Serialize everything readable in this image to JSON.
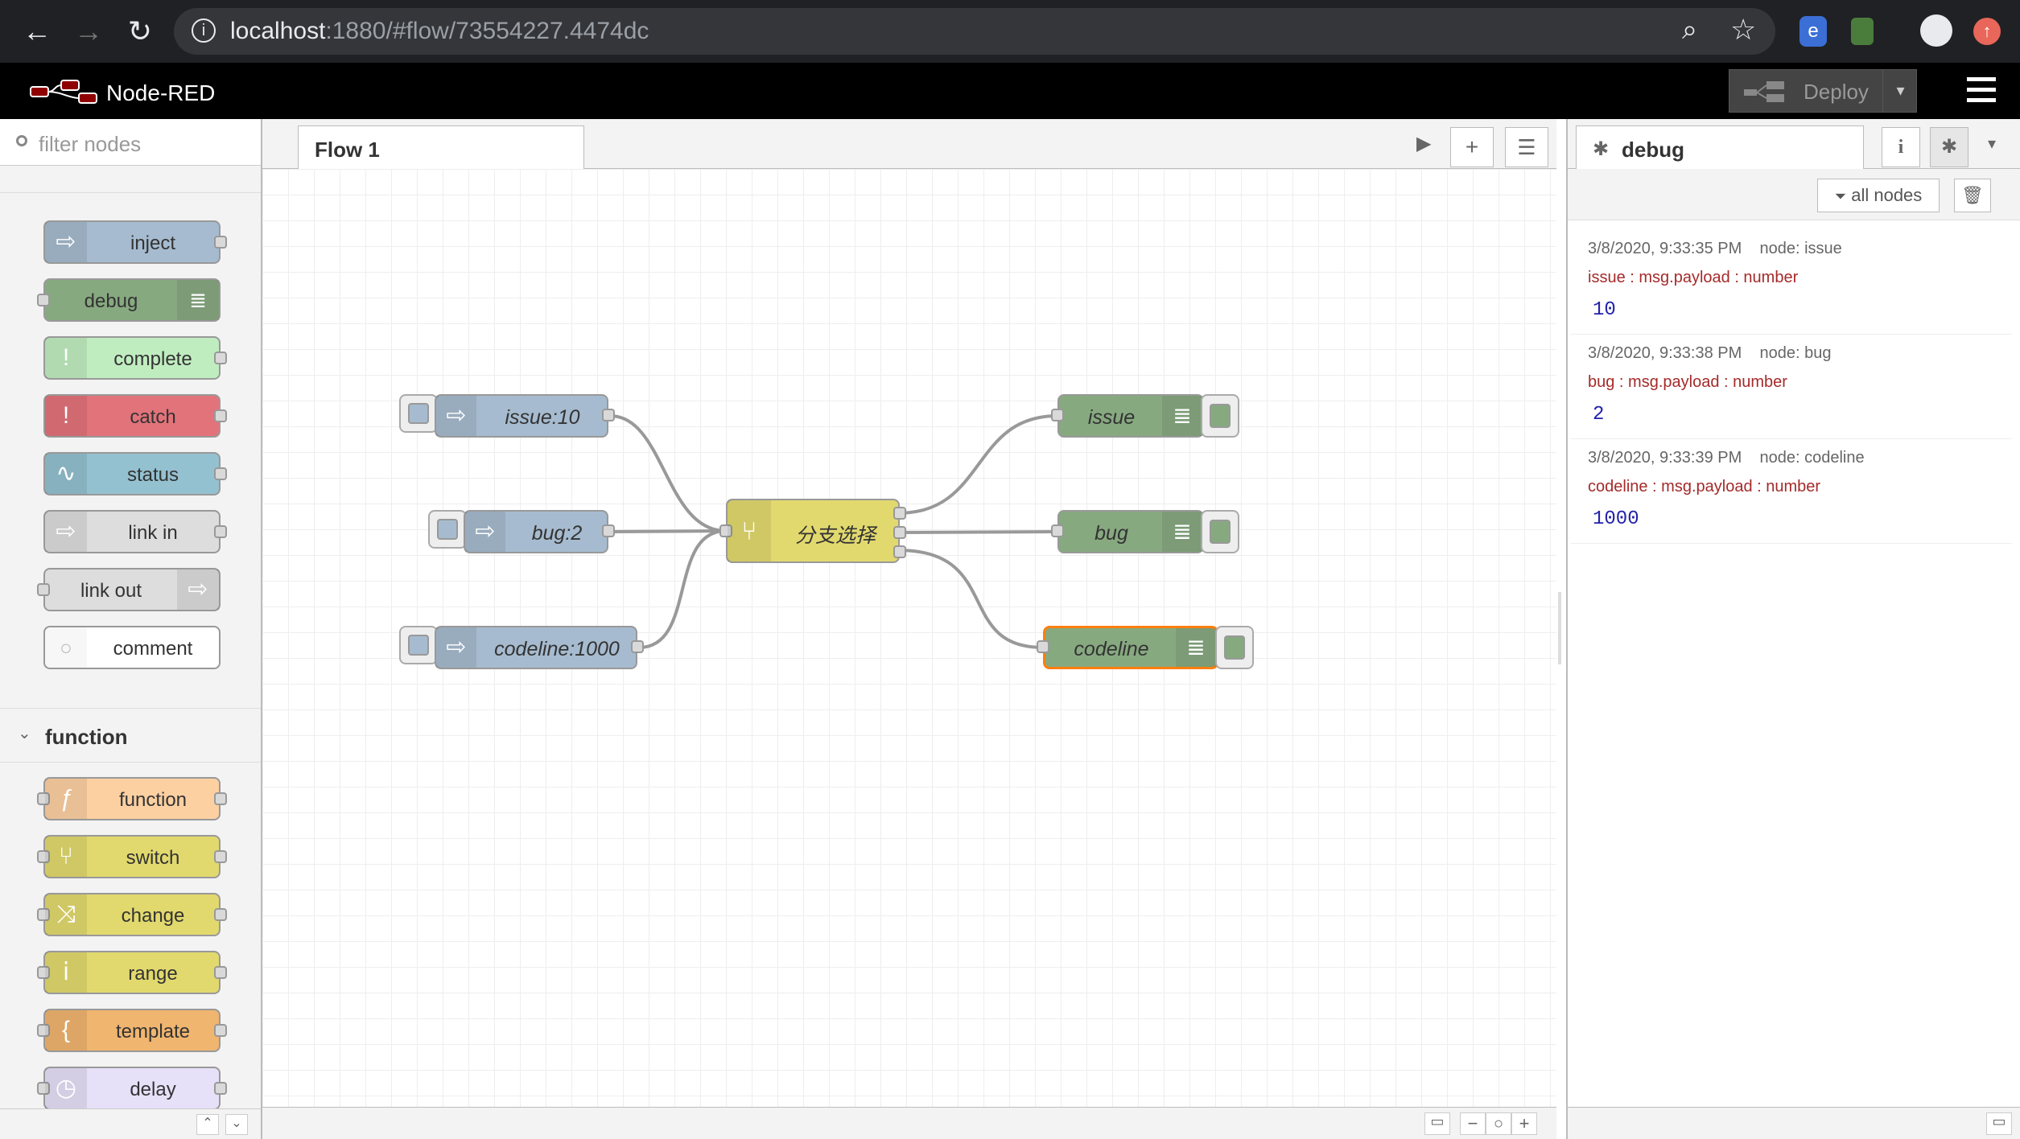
{
  "browser": {
    "url_host": "localhost",
    "url_rest": ":1880/#flow/73554227.4474dc"
  },
  "header": {
    "app_name": "Node-RED",
    "deploy_label": "Deploy"
  },
  "palette": {
    "filter_placeholder": "filter nodes",
    "common_nodes": [
      "inject",
      "debug",
      "complete",
      "catch",
      "status",
      "link in",
      "link out",
      "comment"
    ],
    "function_category": "function",
    "function_nodes": [
      "function",
      "switch",
      "change",
      "range",
      "template",
      "delay"
    ]
  },
  "workspace": {
    "tab_label": "Flow 1",
    "nodes": {
      "inject_issue": "issue:10",
      "inject_bug": "bug:2",
      "inject_codeline": "codeline:1000",
      "switch": "分支选择",
      "debug_issue": "issue",
      "debug_bug": "bug",
      "debug_codeline": "codeline"
    }
  },
  "sidebar": {
    "tab_label": "debug",
    "filter_label": "all nodes",
    "messages": [
      {
        "meta": "3/8/2020, 9:33:35 PM    node: issue",
        "path": "issue : msg.payload : number",
        "value": "10"
      },
      {
        "meta": "3/8/2020, 9:33:38 PM    node: bug",
        "path": "bug : msg.payload : number",
        "value": "2"
      },
      {
        "meta": "3/8/2020, 9:33:39 PM    node: codeline",
        "path": "codeline : msg.payload : number",
        "value": "1000"
      }
    ]
  },
  "colors": {
    "inject": "#a6bbcf",
    "debug": "#87a980",
    "complete": "#c0edc0",
    "catch": "#e2737a",
    "status": "#94c1d0",
    "link": "#dddddd",
    "comment": "#ffffff",
    "function": "#fdd0a2",
    "switch": "#e2d96e",
    "change": "#e2d96e",
    "range": "#e2d96e",
    "template": "#f0b56f",
    "delay": "#e6e0f8",
    "selected": "#ff7f0e"
  }
}
